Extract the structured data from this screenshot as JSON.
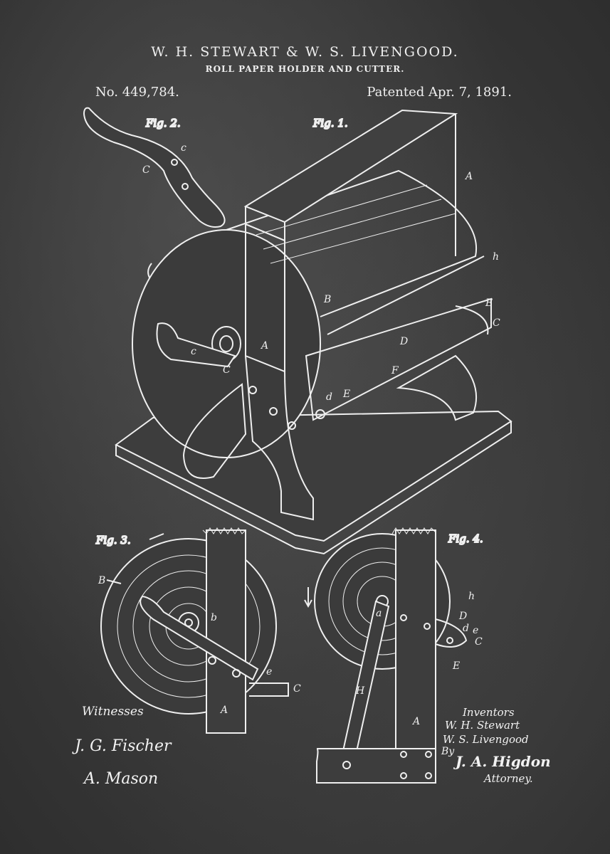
{
  "header": {
    "inventors": "W. H. STEWART & W. S. LIVENGOOD.",
    "title": "ROLL PAPER HOLDER AND CUTTER.",
    "patent_no": "No. 449,784.",
    "patented": "Patented Apr. 7, 1891."
  },
  "figures": {
    "fig1": "Fig. 1.",
    "fig2": "Fig. 2.",
    "fig3": "Fig. 3.",
    "fig4": "Fig. 4."
  },
  "labels": {
    "fig1": [
      "A",
      "h",
      "B",
      "E",
      "C",
      "D",
      "F",
      "c",
      "C",
      "A",
      "d",
      "E"
    ],
    "fig2": [
      "c",
      "C"
    ],
    "fig3": [
      "B",
      "b",
      "e",
      "C",
      "A"
    ],
    "fig4": [
      "h",
      "a",
      "D",
      "d",
      "e",
      "C",
      "E",
      "H",
      "A"
    ]
  },
  "signatures": {
    "witnesses_label": "Witnesses",
    "witness1": "J. G. Fischer",
    "witness2": "A. Mason",
    "inventors_label": "Inventors",
    "inventor1": "W. H. Stewart",
    "inventor2": "W. S. Livengood",
    "by": "By",
    "attorney_name": "J. A. Higdon",
    "attorney_label": "Attorney."
  },
  "colors": {
    "background": "#3a3a3a",
    "ink": "#efefef"
  }
}
